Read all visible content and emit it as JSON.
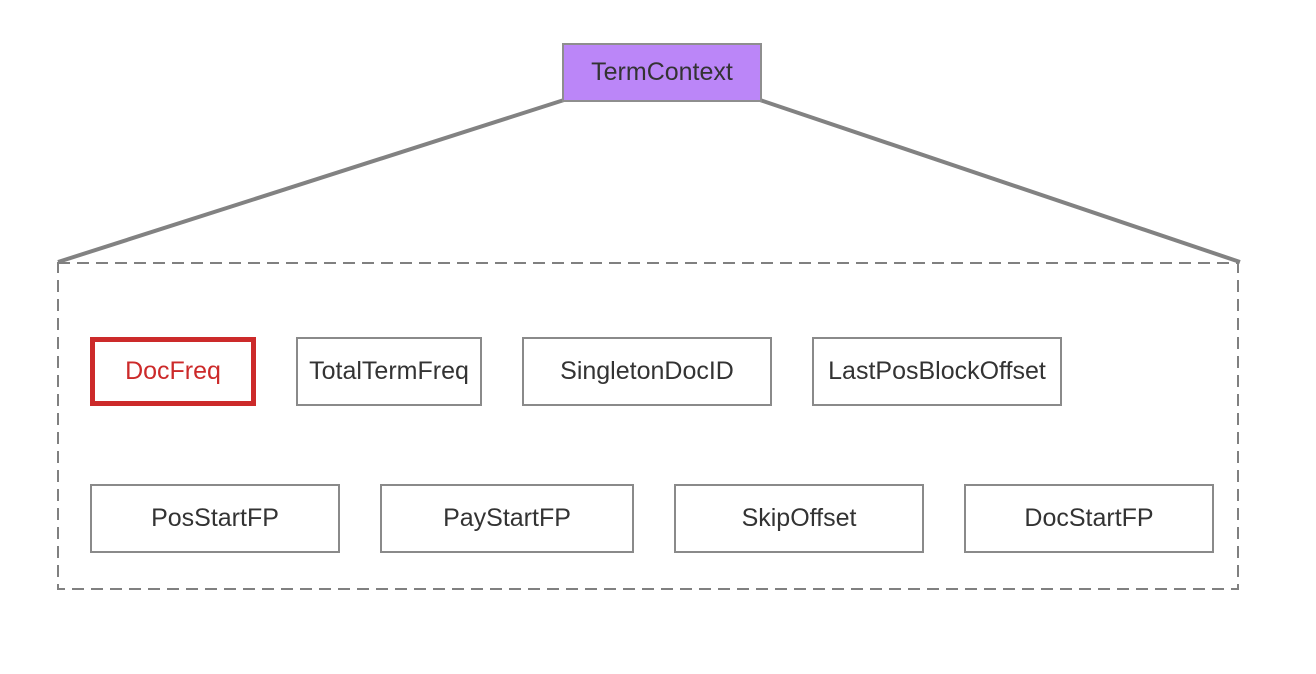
{
  "root": {
    "label": "TermContext",
    "color": "#bb86f8"
  },
  "fields_row1": [
    {
      "label": "DocFreq",
      "highlighted": true,
      "highlight_color": "#cc2a2a"
    },
    {
      "label": "TotalTermFreq"
    },
    {
      "label": "SingletonDocID"
    },
    {
      "label": "LastPosBlockOffset"
    }
  ],
  "fields_row2": [
    {
      "label": "PosStartFP"
    },
    {
      "label": "PayStartFP"
    },
    {
      "label": "SkipOffset"
    },
    {
      "label": "DocStartFP"
    }
  ]
}
